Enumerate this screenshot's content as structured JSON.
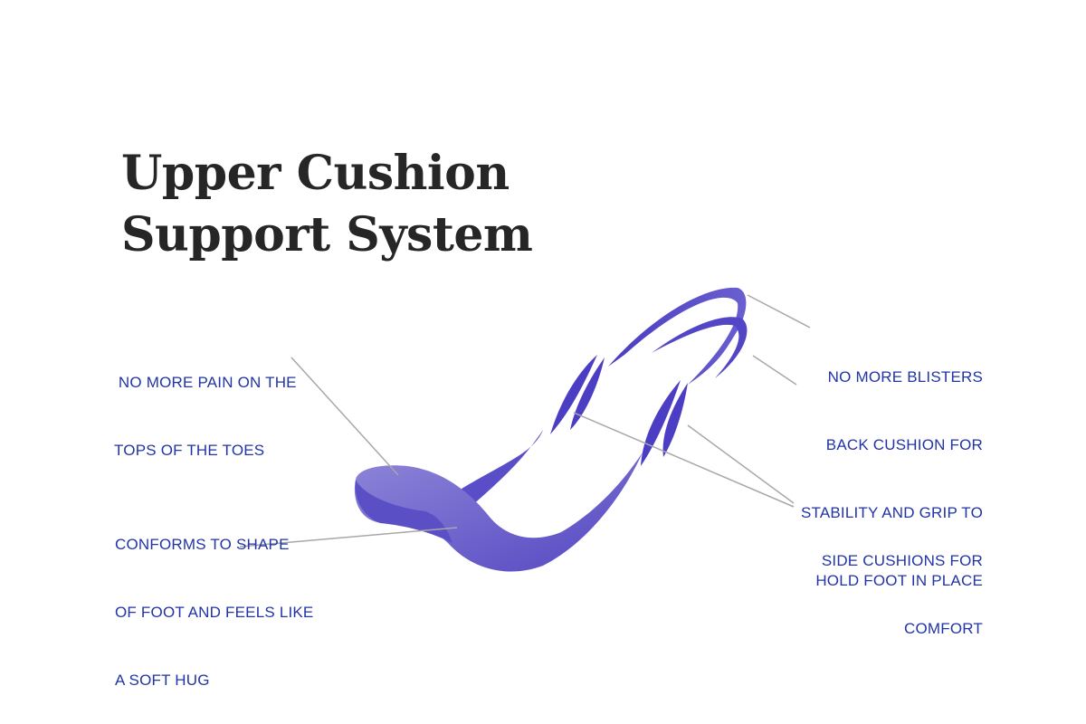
{
  "title": {
    "line1": "Upper Cushion",
    "line2": "Support System"
  },
  "labels": {
    "toes": {
      "line1": " NO MORE PAIN ON THE",
      "line2": "TOPS OF THE TOES"
    },
    "hug": {
      "line1": "CONFORMS TO SHAPE",
      "line2": "OF FOOT AND FEELS LIKE",
      "line3": "A SOFT HUG"
    },
    "blisters": {
      "line1": "NO MORE BLISTERS"
    },
    "back": {
      "line1": "BACK CUSHION FOR",
      "line2": "STABILITY AND GRIP TO",
      "line3": "HOLD FOOT IN PLACE"
    },
    "side": {
      "line1": "SIDE CUSHIONS FOR",
      "line2": "COMFORT"
    }
  },
  "colors": {
    "text": "#2234a6",
    "cushion": "#5a4ec8",
    "leader": "#a8a8a8"
  }
}
